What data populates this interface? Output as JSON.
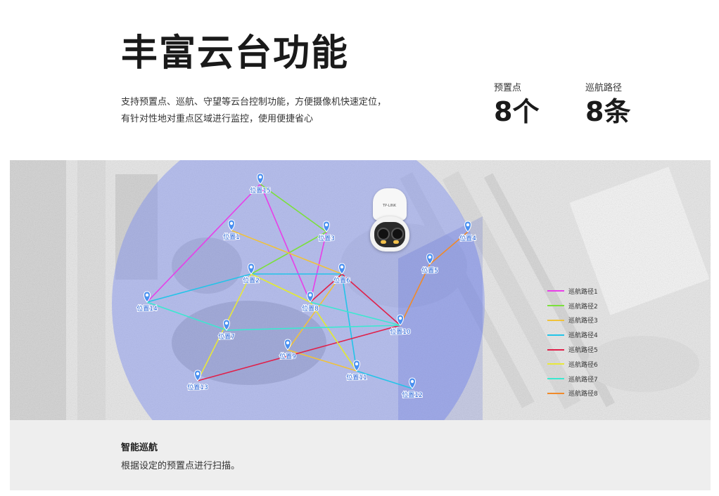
{
  "header": {
    "title": "丰富云台功能",
    "description_line1": "支持预置点、巡航、守望等云台控制功能，方便摄像机快速定位，",
    "description_line2": "有针对性地对重点区域进行监控，使用便捷省心"
  },
  "stats": [
    {
      "label": "预置点",
      "value": "8个"
    },
    {
      "label": "巡航路径",
      "value": "8条"
    }
  ],
  "map": {
    "camera_brand": "TP-LINK",
    "points": [
      {
        "id": 1,
        "label": "位置1"
      },
      {
        "id": 2,
        "label": "位置2"
      },
      {
        "id": 3,
        "label": "位置3"
      },
      {
        "id": 4,
        "label": "位置4"
      },
      {
        "id": 5,
        "label": "位置5"
      },
      {
        "id": 6,
        "label": "位置6"
      },
      {
        "id": 7,
        "label": "位置7"
      },
      {
        "id": 8,
        "label": "位置8"
      },
      {
        "id": 9,
        "label": "位置9"
      },
      {
        "id": 10,
        "label": "位置10"
      },
      {
        "id": 11,
        "label": "位置11"
      },
      {
        "id": 12,
        "label": "位置12"
      },
      {
        "id": 13,
        "label": "位置13"
      },
      {
        "id": 14,
        "label": "位置14"
      },
      {
        "id": 15,
        "label": "位置15"
      }
    ],
    "routes": [
      {
        "label": "巡航路径1",
        "color": "#e83ee8",
        "stops": [
          14,
          15,
          8,
          3
        ]
      },
      {
        "label": "巡航路径2",
        "color": "#7be03c",
        "stops": [
          15,
          3,
          2,
          8,
          11
        ]
      },
      {
        "label": "巡航路径3",
        "color": "#f0c23a",
        "stops": [
          1,
          6,
          9,
          11
        ]
      },
      {
        "label": "巡航路径4",
        "color": "#22c4e8",
        "stops": [
          14,
          2,
          6,
          11,
          12
        ]
      },
      {
        "label": "巡航路径5",
        "color": "#e0204a",
        "stops": [
          13,
          10,
          6,
          8
        ]
      },
      {
        "label": "巡航路径6",
        "color": "#e8e83a",
        "stops": [
          13,
          2,
          8,
          11
        ]
      },
      {
        "label": "巡航路径7",
        "color": "#3ce8d0",
        "stops": [
          14,
          7,
          10,
          8
        ]
      },
      {
        "label": "巡航路径8",
        "color": "#f08a2a",
        "stops": [
          10,
          5,
          4
        ]
      }
    ]
  },
  "footer": {
    "title": "智能巡航",
    "text": "根据设定的预置点进行扫描。"
  }
}
